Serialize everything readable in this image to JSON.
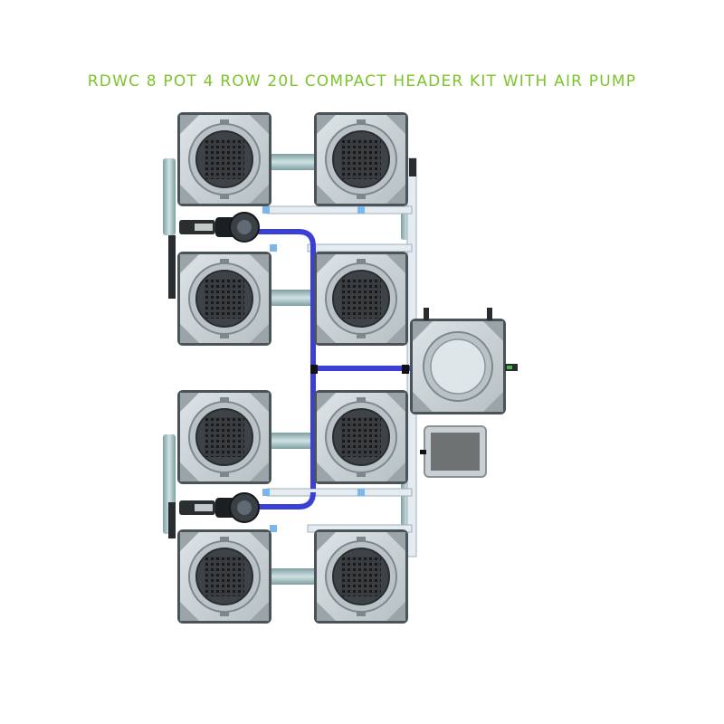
{
  "title": "RDWC 8 POT 4 ROW 20L COMPACT HEADER KIT WITH AIR PUMP",
  "colors": {
    "title": "#7dc42c",
    "pot_body": "#c9d1d5",
    "pot_edge": "#4a5358",
    "tube_blue": "#3b3fd6",
    "pipe": "#a9c3c4",
    "airline": "#e4ecf1",
    "pump": "#6e7273"
  },
  "components": {
    "pots": [
      "pot-1",
      "pot-2",
      "pot-3",
      "pot-4",
      "pot-5",
      "pot-6",
      "pot-7",
      "pot-8"
    ],
    "header_tank": "header-tank",
    "air_pump": "air-pump",
    "water_pumps": [
      "water-pump-upper",
      "water-pump-lower"
    ]
  }
}
